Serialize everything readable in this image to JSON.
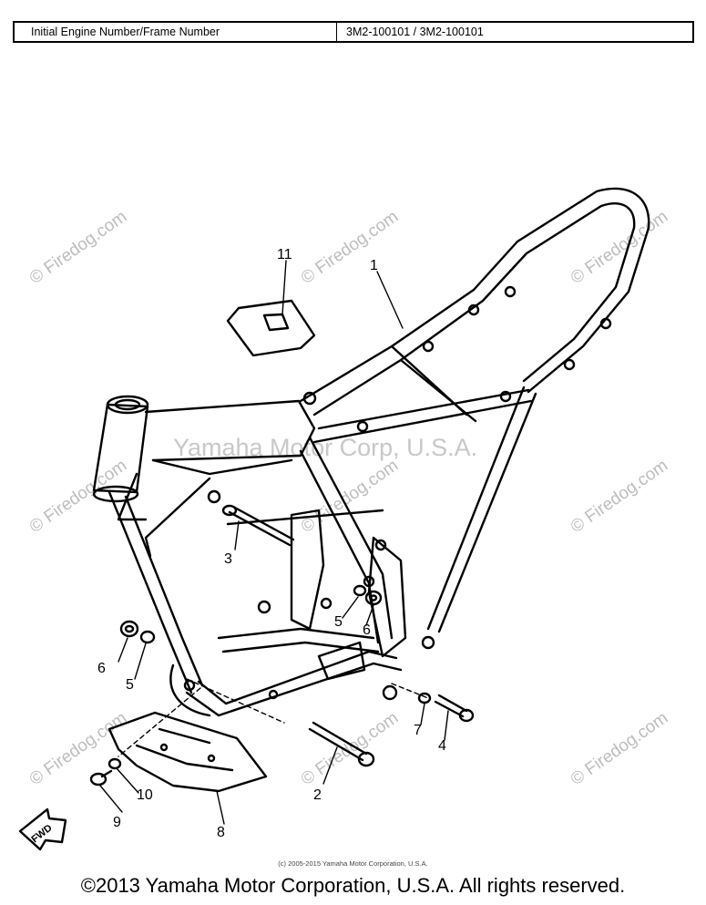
{
  "header": {
    "label": "Initial Engine Number/Frame Number",
    "value": "3M2-100101 / 3M2-100101"
  },
  "callouts": [
    "1",
    "2",
    "3",
    "4",
    "5",
    "5",
    "6",
    "6",
    "7",
    "8",
    "9",
    "10",
    "11"
  ],
  "fwd_label": "FWD",
  "watermark": {
    "site": "© Firedog.com",
    "company": "Yamaha Motor Corp, U.S.A."
  },
  "small_copyright": "(c) 2005-2015 Yamaha Motor Corporation, U.S.A.",
  "copyright": "©2013 Yamaha Motor Corporation, U.S.A. All rights reserved."
}
